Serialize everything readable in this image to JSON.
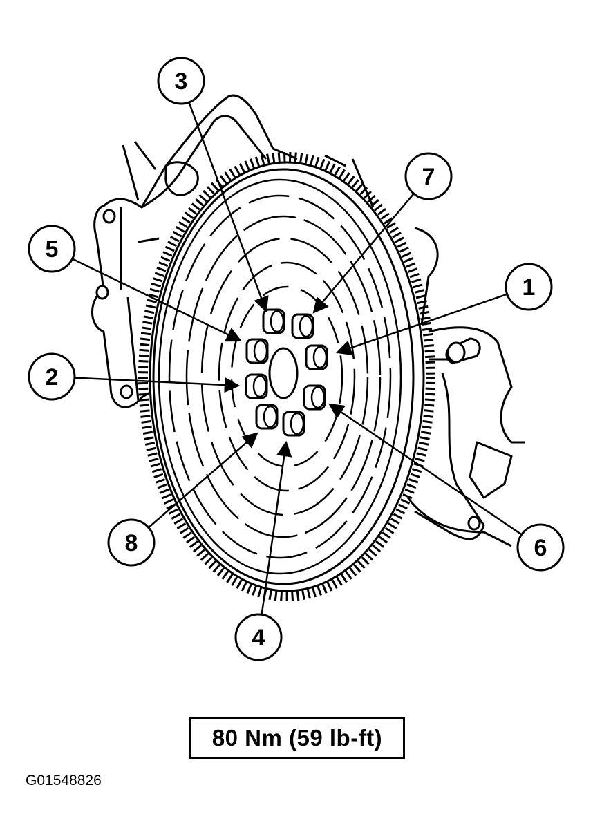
{
  "diagram": {
    "colors": {
      "line": "#000000",
      "background": "#ffffff"
    },
    "callouts": [
      {
        "id": "1",
        "label": "1"
      },
      {
        "id": "2",
        "label": "2"
      },
      {
        "id": "3",
        "label": "3"
      },
      {
        "id": "4",
        "label": "4"
      },
      {
        "id": "5",
        "label": "5"
      },
      {
        "id": "6",
        "label": "6"
      },
      {
        "id": "7",
        "label": "7"
      },
      {
        "id": "8",
        "label": "8"
      }
    ],
    "torque_spec": "80 Nm (59 lb-ft)",
    "figure_id": "G01548826"
  }
}
